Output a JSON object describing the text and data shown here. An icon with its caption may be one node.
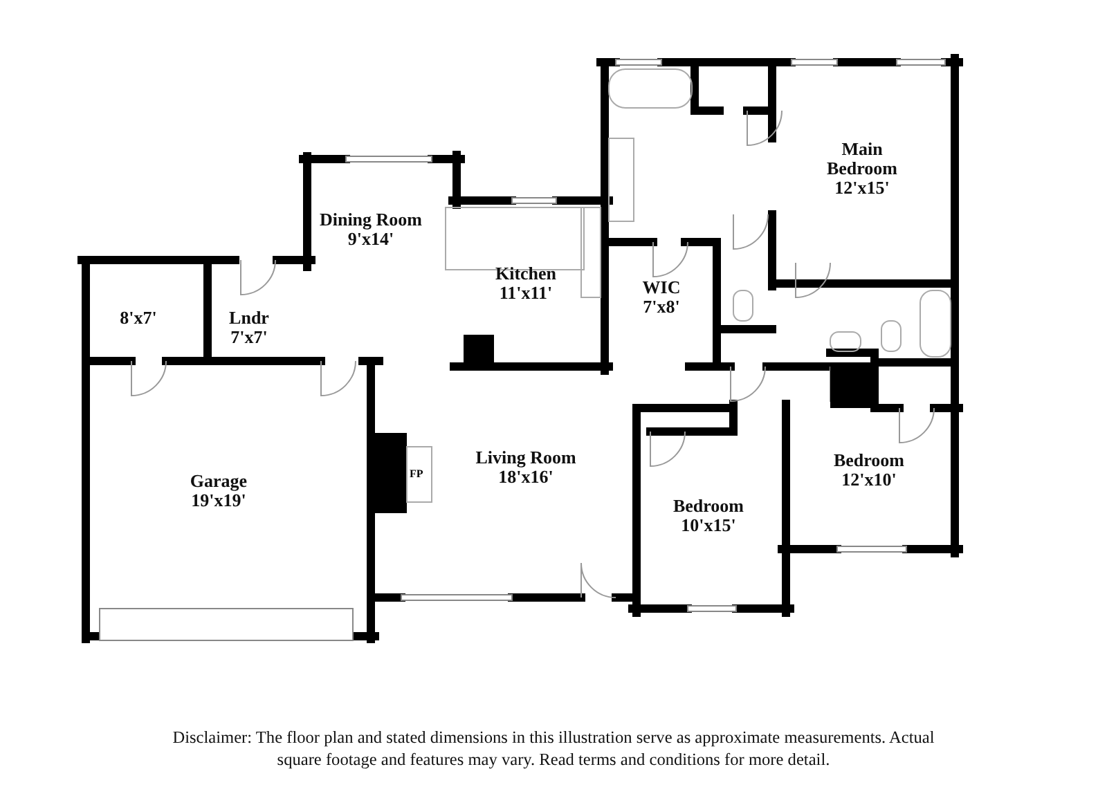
{
  "diagram": {
    "caption": "Disclaimer: The floor plan and stated dimensions in this illustration serve as approximate measurements. Actual square footage and features may vary. Read terms and conditions for more detail.",
    "nodes": [
      {
        "text": [
          "Main Bedroom",
          "12'x15'"
        ]
      },
      {
        "text": [
          "Dining Room",
          "9'x14'"
        ]
      },
      {
        "text": [
          "Kitchen",
          "11'x11'"
        ]
      },
      {
        "text": [
          "WIC",
          "7'x8'"
        ]
      },
      {
        "text": [
          "8'x7'"
        ]
      },
      {
        "text": [
          "Lndr",
          "7'x7'"
        ]
      },
      {
        "text": [
          "Garage",
          "19'x19'"
        ]
      },
      {
        "text": [
          "Living Room",
          "18'x16'"
        ]
      },
      {
        "text": [
          "Bedroom",
          "12'x10'"
        ]
      },
      {
        "text": [
          "Bedroom",
          "10'x15'"
        ]
      }
    ],
    "labels": [
      "FP"
    ]
  }
}
